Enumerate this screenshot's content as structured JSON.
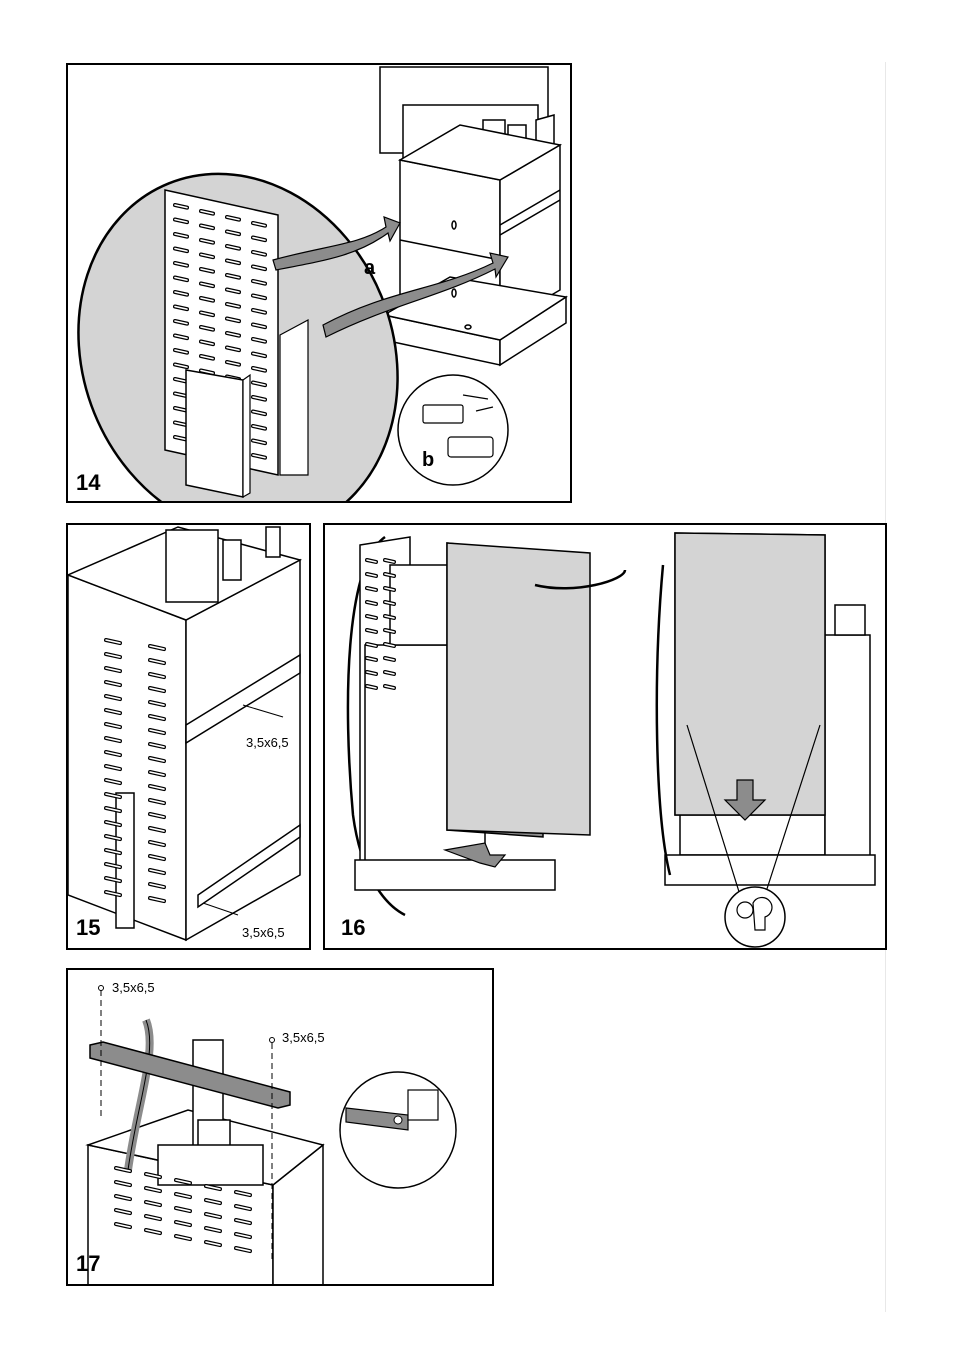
{
  "colors": {
    "stroke": "#000000",
    "panel_fill": "#d4d4d4",
    "dark_fill": "#8c8c8c",
    "bg": "#ffffff"
  },
  "figures": [
    {
      "number": "14",
      "callouts": {
        "a": "a",
        "b": "b"
      }
    },
    {
      "number": "15",
      "screw_labels": [
        "3,5x6,5",
        "3,5x6,5"
      ]
    },
    {
      "number": "16"
    },
    {
      "number": "17",
      "screw_labels": [
        "3,5x6,5",
        "3,5x6,5"
      ]
    }
  ]
}
